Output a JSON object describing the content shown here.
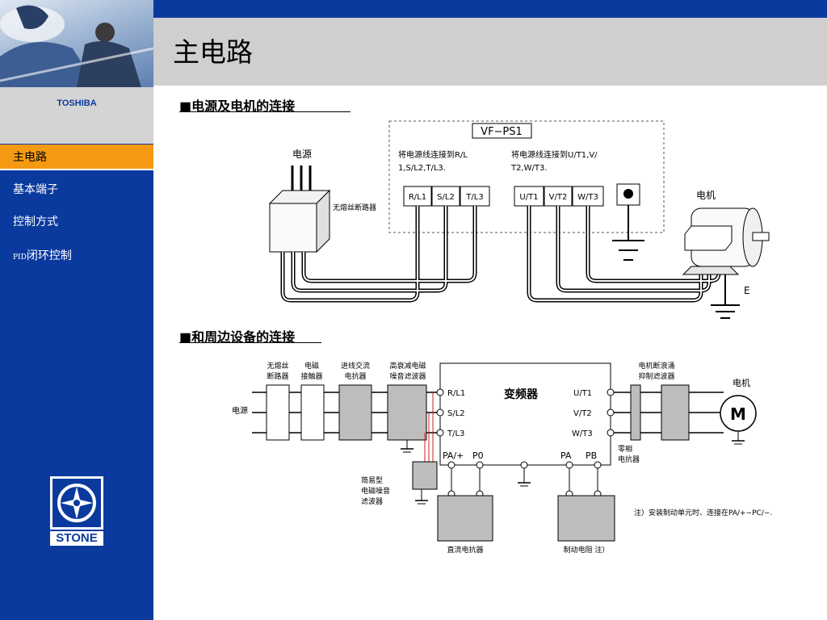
{
  "header": {
    "title": "主电路"
  },
  "sidebar": {
    "brand": "TOSHIBA",
    "logo_text": "STONE",
    "nav": [
      {
        "label": "主电路",
        "active": true
      },
      {
        "label": "基本端子"
      },
      {
        "label": "控制方式"
      },
      {
        "prefix": "PID",
        "label": "闭环控制"
      }
    ]
  },
  "diagram1": {
    "heading": "■电源及电机的连接",
    "device": "VF−PS1",
    "power_label": "电源",
    "breaker_label": "无熔丝断路器",
    "input_note": [
      "将电源线连接到R/L",
      "1,S/L2,T/L3."
    ],
    "output_note": [
      "将电源线连接到U/T1,V/",
      "T2,W/T3."
    ],
    "input_terminals": [
      "R/L1",
      "S/L2",
      "T/L3"
    ],
    "output_terminals": [
      "U/T1",
      "V/T2",
      "W/T3"
    ],
    "motor_label": "电机",
    "earth_label": "E"
  },
  "diagram2": {
    "heading": "■和周边设备的连接",
    "devices": [
      [
        "无熔丝",
        "断路器"
      ],
      [
        "电磁",
        "接触器"
      ],
      [
        "进线交流",
        "电抗器"
      ],
      [
        "高衰减电磁",
        "噪音滤波器"
      ]
    ],
    "power_label": "电源",
    "inverter": "变频器",
    "inputs": [
      "R/L1",
      "S/L2",
      "T/L3"
    ],
    "outputs": [
      "U/T1",
      "V/T2",
      "W/T3"
    ],
    "dc_terminals": [
      "PA/+",
      "P0",
      "PA",
      "PB"
    ],
    "surge_filter": [
      "电机断浪涌",
      "抑制滤波器"
    ],
    "motor_label": "电机",
    "motor_symbol": "M",
    "zero_phase": [
      "零相",
      "电抗器"
    ],
    "simple_filter": [
      "简易型",
      "电磁噪音",
      "滤波器"
    ],
    "dc_reactor": "直流电抗器",
    "brake_resistor": "制动电阻 注）",
    "note": "注）安装制动单元时、连接在PA/+−PC/−."
  }
}
